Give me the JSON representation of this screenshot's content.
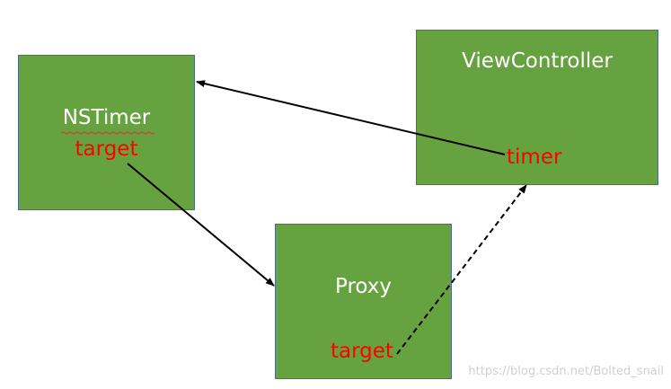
{
  "nodes": {
    "nstimer": {
      "title": "NSTimer",
      "property": "target"
    },
    "viewcontroller": {
      "title": "ViewController",
      "property": "timer"
    },
    "proxy": {
      "title": "Proxy",
      "property": "target"
    }
  },
  "edges": [
    {
      "from": "viewcontroller.timer",
      "to": "nstimer",
      "style": "solid"
    },
    {
      "from": "nstimer.target",
      "to": "proxy",
      "style": "solid"
    },
    {
      "from": "proxy.target",
      "to": "viewcontroller",
      "style": "dashed"
    }
  ],
  "colors": {
    "box_fill": "#66a23f",
    "box_border": "#4a6e8f",
    "title_text": "#ffffff",
    "property_text": "#ff0000",
    "arrow": "#000000"
  },
  "watermark": "https://blog.csdn.net/Bolted_snail"
}
